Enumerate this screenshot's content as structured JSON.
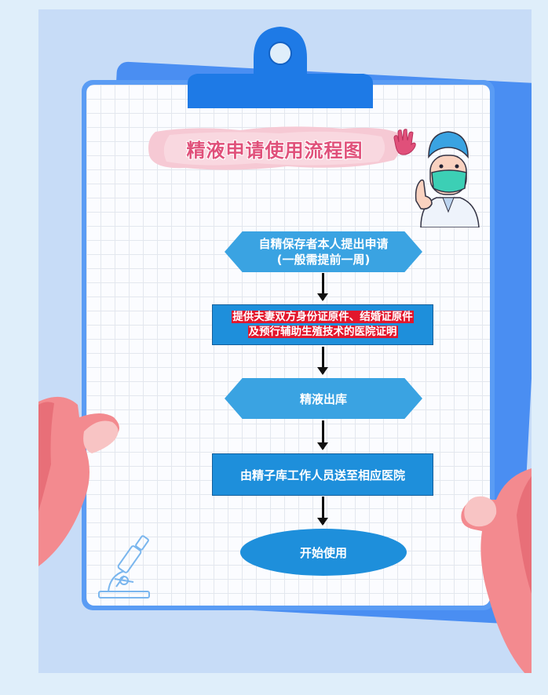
{
  "title": "精液申请使用流程图",
  "flowchart": {
    "steps": [
      {
        "line1": "自精保存者本人提出申请",
        "line2": "(一般需提前一周)"
      },
      {
        "line1": "提供夫妻双方身份证原件、结婚证原件",
        "line2": "及预行辅助生殖技术的医院证明"
      },
      {
        "label": "精液出库"
      },
      {
        "label": "由精子库工作人员送至相应医院"
      },
      {
        "label": "开始使用"
      }
    ]
  },
  "colors": {
    "title": "#e0507a",
    "node_fill": "#1e8fdb",
    "highlight": "#e2162c",
    "board": "#4a8ef2",
    "background": "#c7dcf7"
  },
  "icons": [
    "clipboard-clip-icon",
    "hand-icon",
    "doctor-illustration",
    "microscope-icon",
    "left-hand-illustration",
    "right-hand-illustration"
  ]
}
